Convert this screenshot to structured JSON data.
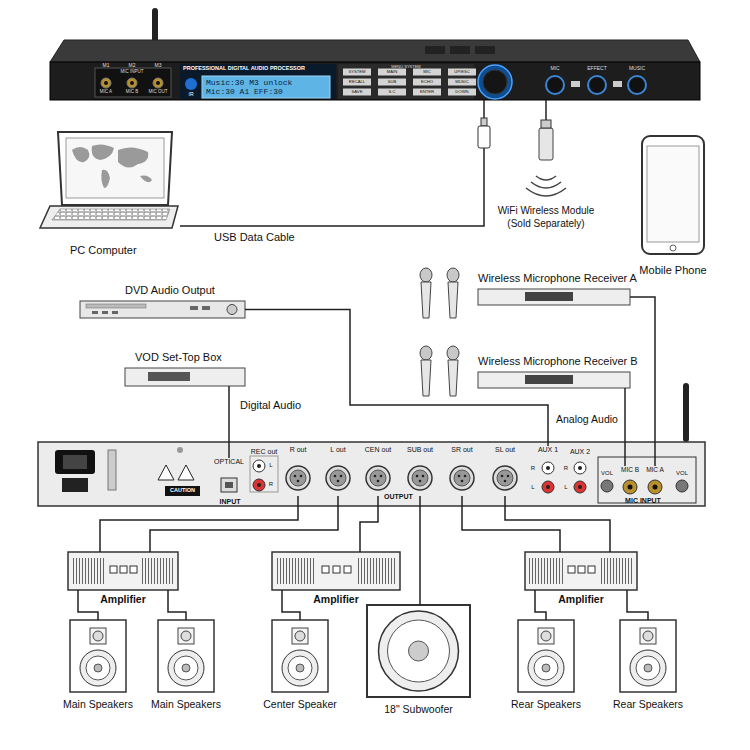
{
  "diagram": {
    "nodes": [
      {
        "text": [
          "PROFESSIONAL DIGITAL AUDIO PROCESSOR"
        ]
      },
      {
        "text": [
          "PC Computer"
        ]
      },
      {
        "text": [
          "WiFi Wireless Module (Sold Separately)"
        ]
      },
      {
        "text": [
          "Mobile Phone"
        ]
      },
      {
        "text": [
          "DVD Audio Output"
        ]
      },
      {
        "text": [
          "Wireless Microphone Receiver A"
        ]
      },
      {
        "text": [
          "VOD Set-Top Box"
        ]
      },
      {
        "text": [
          "Wireless Microphone Receiver B"
        ]
      },
      {
        "text": [
          "OUTPUT"
        ]
      },
      {
        "text": [
          "OPTICAL"
        ],
        "in": 8
      },
      {
        "text": [
          "R out"
        ],
        "in": 8
      },
      {
        "text": [
          "L out"
        ],
        "in": 8
      },
      {
        "text": [
          "CEN out"
        ],
        "in": 8
      },
      {
        "text": [
          "SUB out"
        ],
        "in": 8
      },
      {
        "text": [
          "SR out"
        ],
        "in": 8
      },
      {
        "text": [
          "SL out"
        ],
        "in": 8
      },
      {
        "text": [
          "AUX 1"
        ],
        "in": 8
      },
      {
        "text": [
          "MIC B"
        ],
        "in": 8
      },
      {
        "text": [
          "MIC A"
        ],
        "in": 8
      },
      {
        "text": [
          "Amplifier"
        ]
      },
      {
        "text": [
          "Amplifier"
        ]
      },
      {
        "text": [
          "Amplifier"
        ]
      },
      {
        "text": [
          "Main Speakers"
        ]
      },
      {
        "text": [
          "Main Speakers"
        ]
      },
      {
        "text": [
          "Center Speaker"
        ]
      },
      {
        "text": [
          "18\" Subwoofer"
        ]
      },
      {
        "text": [
          "Rear Speakers"
        ]
      },
      {
        "text": [
          "Rear Speakers"
        ]
      }
    ],
    "edges": [
      {
        "from": 1,
        "to": 0,
        "label": "USB Data Cable",
        "arrow": "none"
      },
      {
        "from": 2,
        "to": 0,
        "arrow": "none"
      },
      {
        "from": 4,
        "to": 16,
        "arrow": "none"
      },
      {
        "from": 6,
        "to": 9,
        "label": "Digital Audio",
        "arrow": "none"
      },
      {
        "from": 5,
        "to": 18,
        "arrow": "none"
      },
      {
        "from": 7,
        "to": 17,
        "label": "Analog Audio",
        "arrow": "none"
      },
      {
        "from": 10,
        "to": 19,
        "arrow": "none"
      },
      {
        "from": 11,
        "to": 19,
        "arrow": "none"
      },
      {
        "from": 12,
        "to": 20,
        "arrow": "none"
      },
      {
        "from": 13,
        "to": 25,
        "arrow": "none"
      },
      {
        "from": 14,
        "to": 21,
        "arrow": "none"
      },
      {
        "from": 15,
        "to": 21,
        "arrow": "none"
      },
      {
        "from": 19,
        "to": 22,
        "arrow": "none"
      },
      {
        "from": 19,
        "to": 23,
        "arrow": "none"
      },
      {
        "from": 20,
        "to": 24,
        "arrow": "none"
      },
      {
        "from": 21,
        "to": 26,
        "arrow": "none"
      },
      {
        "from": 21,
        "to": 27,
        "arrow": "none"
      }
    ],
    "labels": [
      "M1",
      "M2",
      "M3",
      "MIC INPUT",
      "MIC A",
      "MIC B",
      "MIC OUT",
      "IR",
      "Music:30 M3 unlock",
      "Mic:30 A1 EFF:30",
      "MENU SYSTEM",
      "SYSTEM",
      "MAIN",
      "MIC",
      "UP/ESC",
      "RECALL",
      "SUB",
      "ECHO",
      "MUSIC",
      "SAVE",
      "S.C",
      "ENTER",
      "DOWN",
      "MIC",
      "EFFECT",
      "MUSIC",
      "REC out",
      "L",
      "R",
      "INPUT",
      "AUX 2",
      "R",
      "L",
      "R",
      "L",
      "VOL",
      "VOL",
      "MIC INPUT",
      "CAUTION"
    ]
  }
}
